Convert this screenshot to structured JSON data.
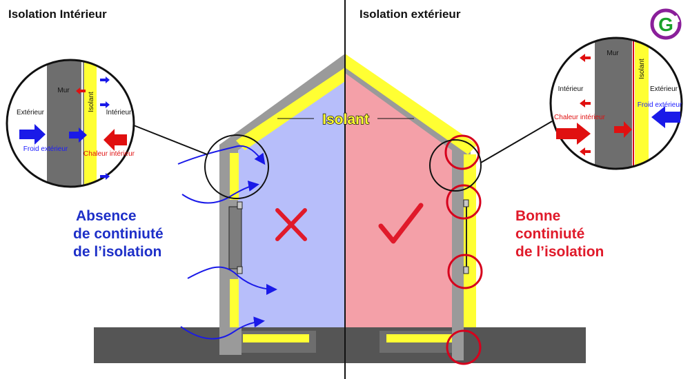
{
  "headings": {
    "left": "Isolation Intérieur",
    "right": "Isolation extérieur"
  },
  "center_label": "Isolant",
  "logo": {
    "letter": "G"
  },
  "left_detail": {
    "wall": "Mur",
    "insulation": "Isolant",
    "outside": "Extérieur",
    "inside": "Intérieur",
    "cold_label": "Froid extérieur",
    "heat_label": "Chaleur intérieur"
  },
  "right_detail": {
    "wall": "Mur",
    "insulation": "Isolant",
    "outside": "Extérieur",
    "inside": "Intérieur",
    "cold_label": "Froid extérieur",
    "heat_label": "Chaleur intérieur"
  },
  "verdicts": {
    "bad": [
      "Absence",
      "de continiuté",
      "de l’isolation"
    ],
    "good": [
      "Bonne",
      "continiuté",
      "de l’isolation"
    ]
  },
  "colors": {
    "interior_cold": "#b7befa",
    "interior_warm": "#f4a0a8",
    "insulation": "#ffff33",
    "wall": "#9a9a9a",
    "ground": "#555555",
    "cold_arrow": "#1a1ae8",
    "heat_arrow": "#e01010",
    "marker": "#d6001c"
  }
}
